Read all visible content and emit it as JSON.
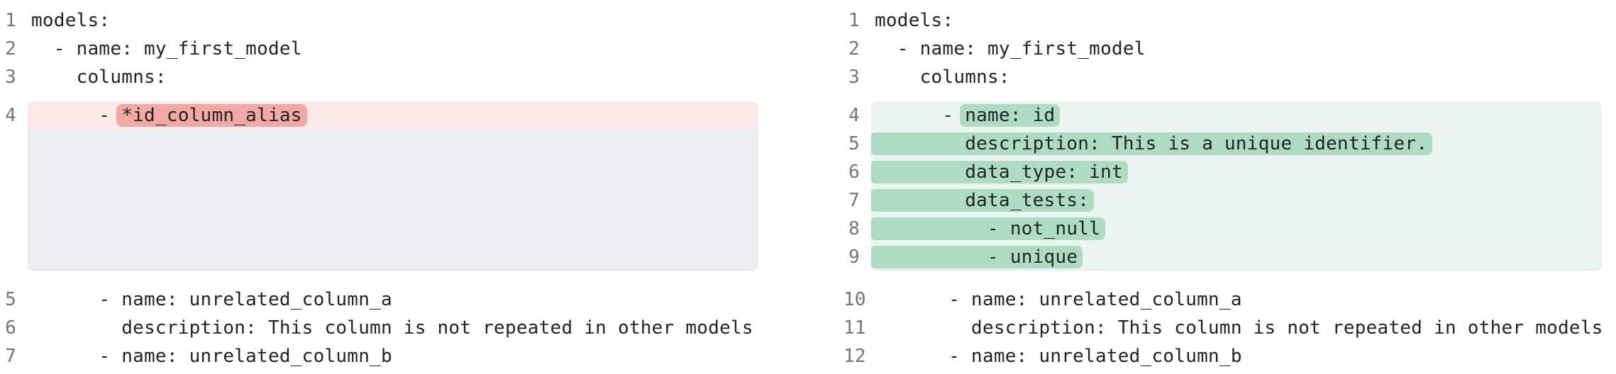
{
  "colors": {
    "code_text": "#1f2328",
    "line_number": "#6e7781",
    "removed_line_bg": "#fcebe9",
    "removed_token_bg": "#f2a8a3",
    "added_line_bg": "#e9f5ee",
    "added_token_bg": "#aedcc3",
    "filler_bg": "#eceef0"
  },
  "left": {
    "lines": [
      {
        "num": "1",
        "text": "models:"
      },
      {
        "num": "2",
        "text": "  - name: my_first_model"
      },
      {
        "num": "3",
        "text": "    columns:"
      },
      {
        "num": "4",
        "prefix": "      - ",
        "removed": "*id_column_alias"
      },
      {
        "num": "5",
        "text": "      - name: unrelated_column_a"
      },
      {
        "num": "6",
        "text": "        description: This column is not repeated in other models"
      },
      {
        "num": "7",
        "text": "      - name: unrelated_column_b"
      }
    ]
  },
  "right": {
    "lines": [
      {
        "num": "1",
        "text": "models:"
      },
      {
        "num": "2",
        "text": "  - name: my_first_model"
      },
      {
        "num": "3",
        "text": "    columns:"
      },
      {
        "num": "4",
        "prefix": "      - ",
        "added": "name: id"
      },
      {
        "num": "5",
        "added_full": "        description: This is a unique identifier."
      },
      {
        "num": "6",
        "added_full": "        data_type: int"
      },
      {
        "num": "7",
        "added_full": "        data_tests:"
      },
      {
        "num": "8",
        "added_full": "          - not_null"
      },
      {
        "num": "9",
        "added_full": "          - unique"
      },
      {
        "num": "10",
        "text": "      - name: unrelated_column_a"
      },
      {
        "num": "11",
        "text": "        description: This column is not repeated in other models"
      },
      {
        "num": "12",
        "text": "      - name: unrelated_column_b"
      }
    ]
  }
}
